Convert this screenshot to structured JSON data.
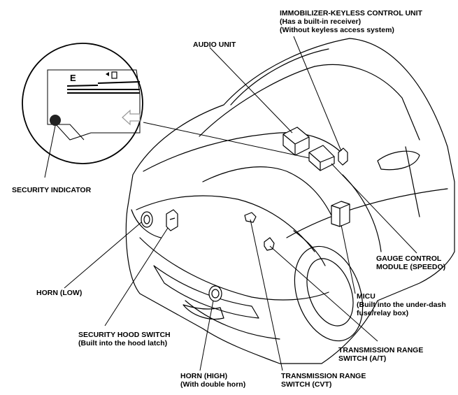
{
  "labels": {
    "immobilizer": {
      "line1": "IMMOBILIZER-KEYLESS CONTROL UNIT",
      "line2": "(Has a built-in receiver)",
      "line3": "(Without keyless access system)"
    },
    "audio_unit": "AUDIO UNIT",
    "security_indicator": "SECURITY INDICATOR",
    "gauge_control": {
      "line1": "GAUGE CONTROL",
      "line2": "MODULE (SPEEDO)"
    },
    "horn_low": "HORN (LOW)",
    "micu": {
      "line1": "MICU",
      "line2": "(Built into the under-dash",
      "line3": "fuse/relay box)"
    },
    "security_hood_switch": {
      "line1": "SECURITY HOOD SWITCH",
      "line2": "(Built into the hood latch)"
    },
    "trans_range_at": {
      "line1": "TRANSMISSION RANGE",
      "line2": "SWITCH (A/T)"
    },
    "horn_high": {
      "line1": "HORN (HIGH)",
      "line2": "(With double horn)"
    },
    "trans_range_cvt": {
      "line1": "TRANSMISSION RANGE",
      "line2": "SWITCH (CVT)"
    }
  },
  "gauge_inset": {
    "fuel_letter": "E"
  }
}
